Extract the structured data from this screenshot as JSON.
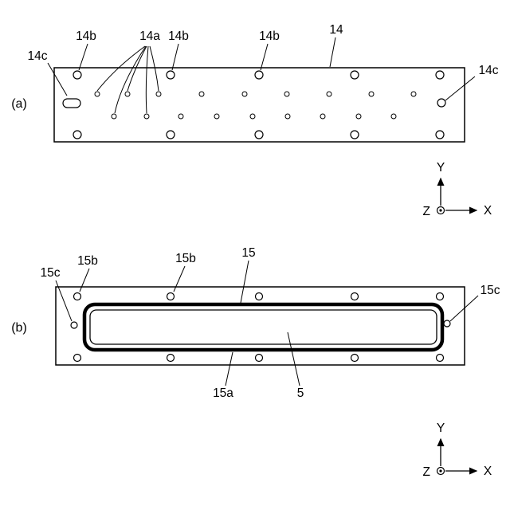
{
  "figure_a": {
    "marker": "(a)",
    "label_14": "14",
    "label_14a": "14a",
    "label_14b": "14b",
    "label_14c": "14c"
  },
  "figure_b": {
    "marker": "(b)",
    "label_15": "15",
    "label_15a": "15a",
    "label_15b": "15b",
    "label_15c": "15c",
    "label_5": "5"
  },
  "axes": {
    "x": "X",
    "y": "Y",
    "z": "Z"
  }
}
